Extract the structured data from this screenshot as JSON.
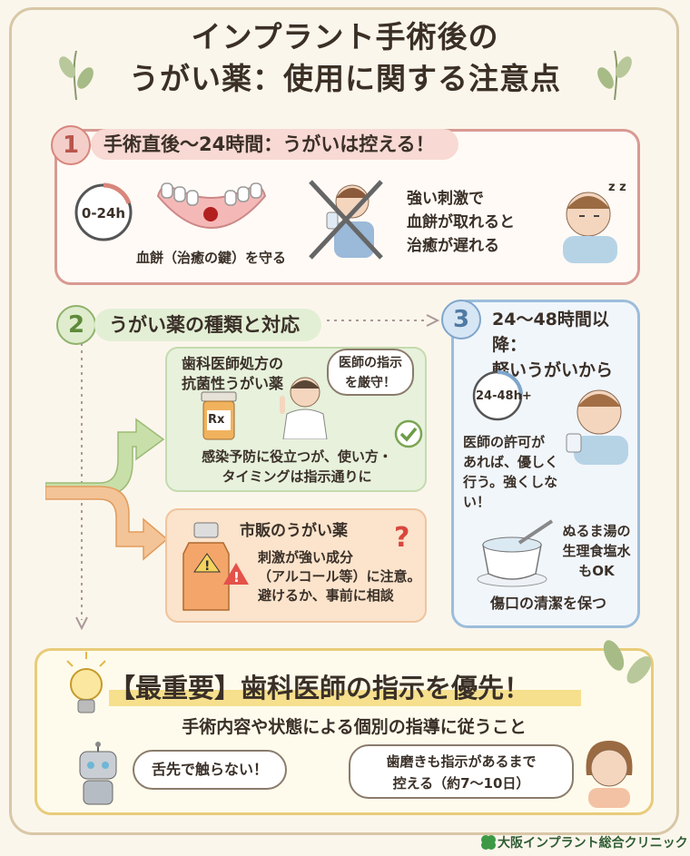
{
  "title": {
    "line1": "インプラント手術後の",
    "line2": "うがい薬：使用に関する注意点"
  },
  "section1": {
    "number": "1",
    "heading": "手術直後～24時間：うがいは控える！",
    "clock_label": "0-24h",
    "clot_caption": "血餅（治癒の鍵）を守る",
    "warning": [
      "強い刺激で",
      "血餅が取れると",
      "治癒が遅れる"
    ],
    "sleep_icon_text": "z z"
  },
  "section2": {
    "number": "2",
    "heading": "うがい薬の種類と対応",
    "prescription": {
      "title": [
        "歯科医師処方の",
        "抗菌性うがい薬"
      ],
      "bubble": [
        "医師の指示",
        "を厳守！"
      ],
      "rx": "Rx",
      "body": [
        "感染予防に役立つが、使い方・",
        "タイミングは指示通りに"
      ]
    },
    "otc": {
      "title": "市販のうがい薬",
      "body": [
        "刺激が強い成分",
        "（アルコール等）に注意。",
        "避けるか、事前に相談"
      ]
    }
  },
  "section3": {
    "number": "3",
    "heading": [
      "24～48時間以降：",
      "軽いうがいから"
    ],
    "clock_label": "24-48h+",
    "body": [
      "医師の許可が",
      "あれば、優しく",
      "行う。強くしな",
      "い！"
    ],
    "alt": [
      "ぬるま湯の",
      "生理食塩水",
      "もOK"
    ],
    "caption": "傷口の清潔を保つ"
  },
  "bottom": {
    "headline": "【最重要】歯科医師の指示を優先！",
    "sub": "手術内容や状態による個別の指導に従うこと",
    "bubble_left": "舌先で触らない！",
    "bubble_right": [
      "歯磨きも指示があるまで",
      "控える（約7～10日）"
    ]
  },
  "footer": {
    "clinic": "大阪インプラント総合クリニック"
  },
  "colors": {
    "red": "#d8867c",
    "green": "#8fb26c",
    "blue": "#7fa6cb",
    "yellow": "#e8cc7a"
  }
}
